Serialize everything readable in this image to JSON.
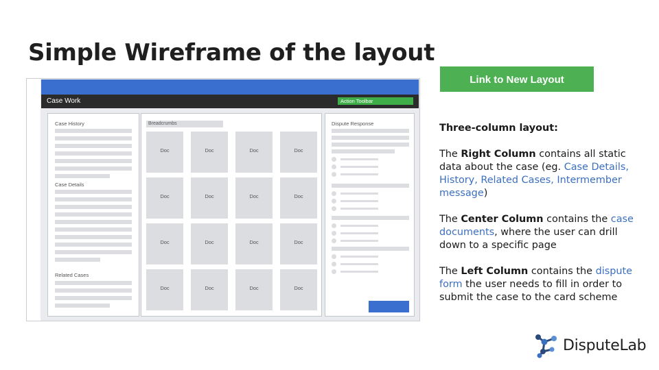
{
  "slide": {
    "title": "Simple Wireframe of the layout",
    "link_button_label": "Link to New Layout",
    "colors": {
      "accent_blue": "#3b6fcf",
      "green": "#4db052",
      "dark_header": "#2b2b2b"
    }
  },
  "wireframe": {
    "header_title": "Case Work",
    "action_toolbar_label": "Action Toolbar",
    "left_panel": {
      "case_history_heading": "Case History",
      "case_details_heading": "Case Details",
      "related_cases_heading": "Related Cases"
    },
    "center_panel": {
      "breadcrumbs_label": "Breadcrumbs",
      "docs": [
        "Doc",
        "Doc",
        "Doc",
        "Doc",
        "Doc",
        "Doc",
        "Doc",
        "Doc",
        "Doc",
        "Doc",
        "Doc",
        "Doc",
        "Doc",
        "Doc",
        "Doc",
        "Doc"
      ]
    },
    "right_panel": {
      "heading": "Dispute Response"
    }
  },
  "description": {
    "heading": "Three-column layout:",
    "right_pre": "The ",
    "right_bold": "Right Column",
    "right_mid": " contains all static data about the case (eg. ",
    "right_link": "Case Details, History, Related Cases, Intermember message",
    "right_post": ")",
    "center_pre": "The ",
    "center_bold": "Center Column",
    "center_mid": " contains the ",
    "center_link": "case documents",
    "center_post": ", where the user can drill down to a specific page",
    "left_pre": "The ",
    "left_bold": "Left Column",
    "left_mid": " contains the ",
    "left_link": "dispute form",
    "left_post": " the user needs to fill in order to submit the case to the card scheme"
  },
  "logo": {
    "name": "DisputeLab",
    "icon": "molecule-network-icon"
  }
}
